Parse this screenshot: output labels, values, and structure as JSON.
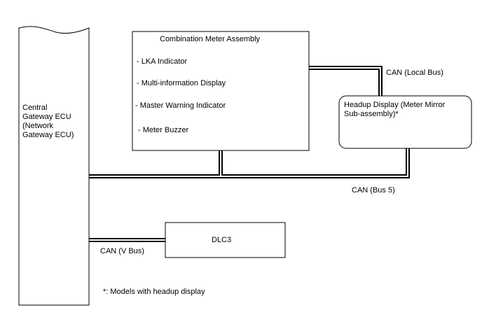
{
  "ecu": {
    "label_lines": [
      "Central",
      "Gateway ECU",
      "(Network",
      "Gateway ECU)"
    ]
  },
  "meter": {
    "title": "Combination Meter Assembly",
    "items": [
      "- LKA Indicator",
      "- Multi-information Display",
      "- Master Warning Indicator",
      "- Meter Buzzer"
    ]
  },
  "headup": {
    "label_lines": [
      "Headup Display (Meter Mirror",
      "Sub-assembly)*"
    ]
  },
  "dlc": {
    "label": "DLC3"
  },
  "buses": {
    "local": "CAN (Local Bus)",
    "bus5": "CAN (Bus 5)",
    "vbus": "CAN (V Bus)"
  },
  "footnote": "*: Models with headup display"
}
